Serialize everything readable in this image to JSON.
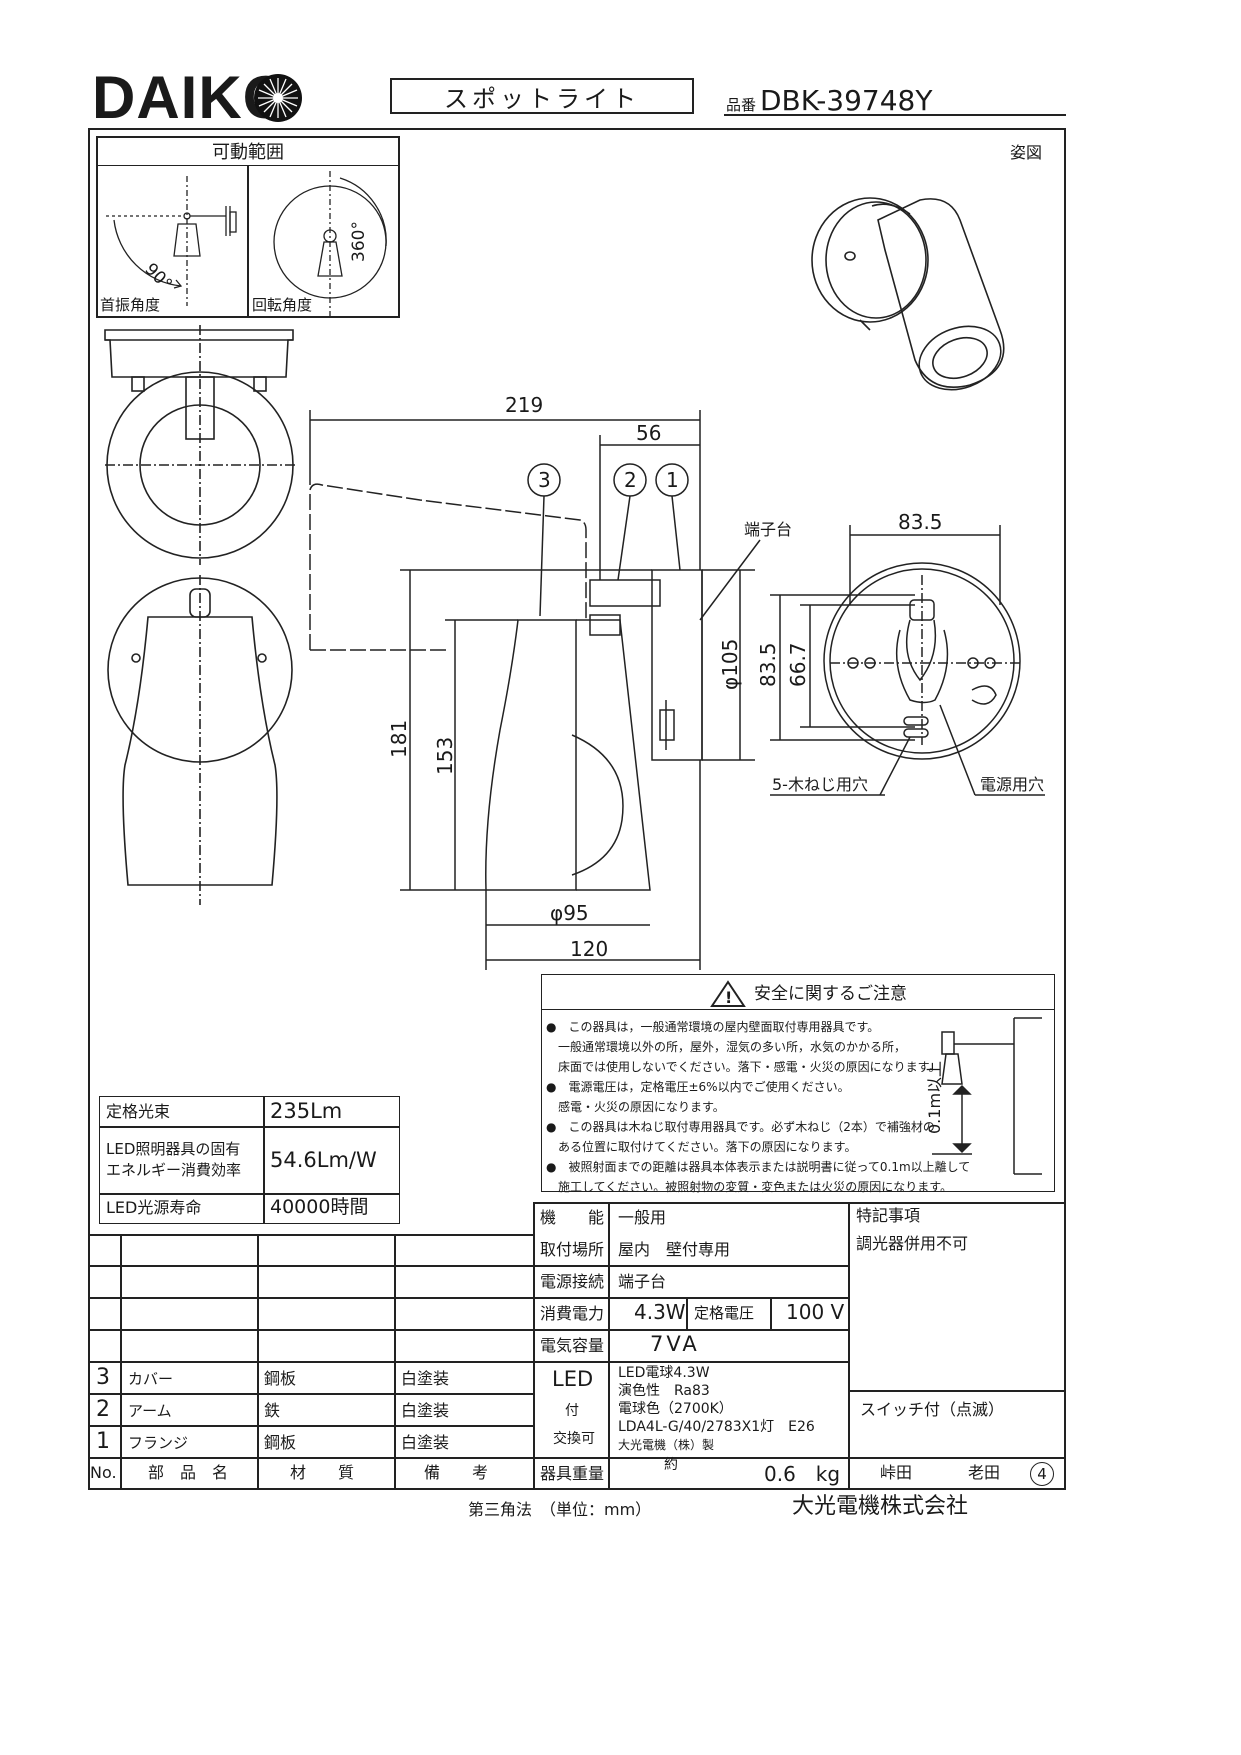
{
  "header": {
    "logo": "DAIKO",
    "product_type": "スポットライト",
    "part_no_label": "品番",
    "part_no": "DBK-39748Y"
  },
  "view_labels": {
    "figure": "姿図",
    "movable_range": "可動範囲",
    "tilt_angle": "首振角度",
    "rotation_angle": "回転角度",
    "tilt_value": "90°",
    "rotation_value": "360°"
  },
  "dimensions": {
    "d219": "219",
    "d56": "56",
    "d181": "181",
    "d153": "153",
    "d95": "φ95",
    "d120": "120",
    "d105": "φ105",
    "d83_5_v": "83.5",
    "d66_7": "66.7",
    "d83_5_h": "83.5"
  },
  "callouts": {
    "c1": "1",
    "c2": "2",
    "c3": "3",
    "terminal": "端子台",
    "screw_holes": "5-木ねじ用穴",
    "power_hole": "電源用穴"
  },
  "safety": {
    "title": "安全に関するご注意",
    "lines": [
      "●　この器具は，一般通常環境の屋内壁面取付専用器具です。",
      "　一般通常環境以外の所，屋外，湿気の多い所，水気のかかる所，",
      "　床面では使用しないでください。落下・感電・火災の原因になります。",
      "●　電源電圧は，定格電圧±6%以内でご使用ください。",
      "　感電・火災の原因になります。",
      "●　この器具は木ねじ取付専用器具です。必ず木ねじ（2本）で補強材の",
      "　ある位置に取付けてください。落下の原因になります。",
      "●　被照射面までの距離は器具本体表示または説明書に従って0.1m以上離して",
      "　施工してください。被照射物の変質・変色または火災の原因になります。"
    ],
    "distance": "0.1m以上"
  },
  "spec_left": [
    {
      "label": "定格光束",
      "value": "235Lm"
    },
    {
      "label": "LED照明器具の固有エネルギー消費効率",
      "label1": "LED照明器具の固有",
      "label2": "エネルギー消費効率",
      "value": "54.6Lm/W"
    },
    {
      "label": "LED光源寿命",
      "value": "40000時間"
    }
  ],
  "parts": {
    "header": {
      "no": "No.",
      "name": "部　品　名",
      "material": "材　　質",
      "remark": "備　　考"
    },
    "rows": [
      {
        "no": "3",
        "name": "カバー",
        "material": "鋼板",
        "remark": "白塗装"
      },
      {
        "no": "2",
        "name": "アーム",
        "material": "鉄",
        "remark": "白塗装"
      },
      {
        "no": "1",
        "name": "フランジ",
        "material": "鋼板",
        "remark": "白塗装"
      }
    ]
  },
  "spec_main": {
    "function_label": "機　　能",
    "function": "一般用",
    "mount_label": "取付場所",
    "mount": "屋内　壁付専用",
    "power_conn_label": "電源接続",
    "power_conn": "端子台",
    "consumption_label": "消費電力",
    "consumption": "4.3W",
    "rated_voltage_label": "定格電圧",
    "rated_voltage": "100 V",
    "capacity_label": "電気容量",
    "capacity": "7VA",
    "led_label": "LED",
    "led_label2": "付",
    "led_label3": "交換可",
    "led_lines": [
      "LED電球4.3W",
      "演色性　Ra83",
      "電球色（2700K）",
      "LDA4L-G/40/2783X1灯　E26",
      "大光電機（株）製"
    ],
    "weight_label": "器具重量",
    "weight_approx": "約",
    "weight": "0.6　kg"
  },
  "notes": {
    "title": "特記事項",
    "note1": "調光器併用不可",
    "switch": "スイッチ付（点滅）"
  },
  "signoff": {
    "designer": "峠田",
    "checker": "老田",
    "sheet": "4"
  },
  "footer": {
    "projection": "第三角法　（単位：mm）",
    "company": "大光電機株式会社"
  }
}
